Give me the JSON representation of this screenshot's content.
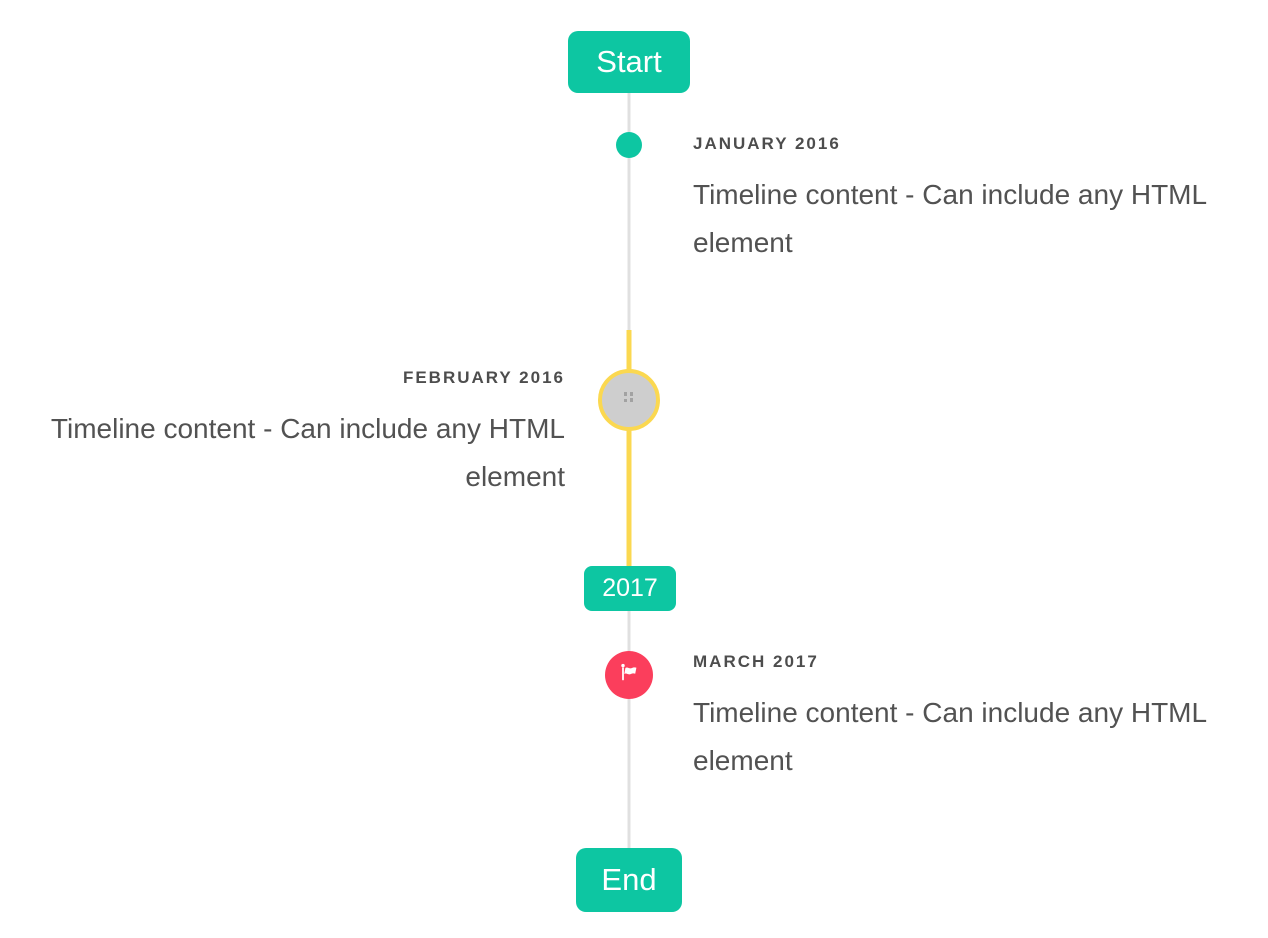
{
  "colors": {
    "page_bg": "#ffffff",
    "accent_teal": "#0dc6a2",
    "accent_yellow": "#fbd850",
    "accent_red": "#fb3e5c",
    "line_gray": "#e0e0e0",
    "circle_gray": "#cecece",
    "badge_text": "#ffffff",
    "title_text": "#4d4d4d",
    "content_text": "#525252",
    "broken_image_icon_color": "#a2a2a2",
    "flag_icon_color": "#ffffff"
  },
  "timeline": {
    "start_badge": "Start",
    "year_badge": "2017",
    "end_badge": "End",
    "items": [
      {
        "title": "JANUARY 2016",
        "content": "Timeline content - Can include any HTML element",
        "side": "right",
        "marker": "teal-dot"
      },
      {
        "title": "FEBRUARY 2016",
        "content": "Timeline content - Can include any HTML element",
        "side": "left",
        "marker": "broken-image-circle-yellow-ring"
      },
      {
        "title": "MARCH 2017",
        "content": "Timeline content - Can include any HTML element",
        "side": "right",
        "marker": "red-flag-circle"
      }
    ]
  }
}
